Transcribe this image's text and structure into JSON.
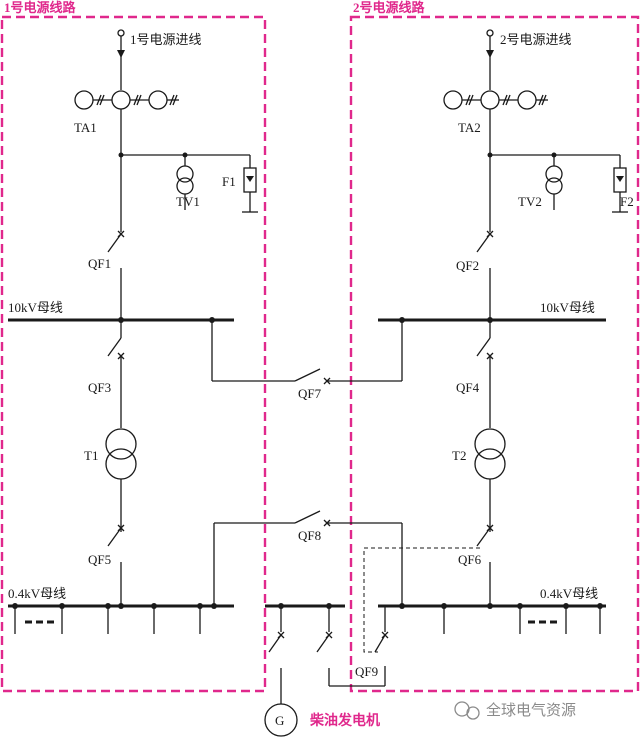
{
  "regions": {
    "left": "1号电源线路",
    "right": "2号电源线路"
  },
  "incoming": {
    "left": "1号电源进线",
    "right": "2号电源进线"
  },
  "labels": {
    "ta1": "TA1",
    "ta2": "TA2",
    "tv1": "TV1",
    "tv2": "TV2",
    "f1": "F1",
    "f2": "F2",
    "qf1": "QF1",
    "qf2": "QF2",
    "qf3": "QF3",
    "qf4": "QF4",
    "qf5": "QF5",
    "qf6": "QF6",
    "qf7": "QF7",
    "qf8": "QF8",
    "qf9": "QF9",
    "t1": "T1",
    "t2": "T2",
    "bus10_left": "10kV母线",
    "bus10_right": "10kV母线",
    "bus04_left": "0.4kV母线",
    "bus04_right": "0.4kV母线",
    "gen_symbol": "G",
    "gen_label": "柴油发电机"
  },
  "watermark": "全球电气资源",
  "colors": {
    "region": "#e0288c",
    "line": "#1a1a1a",
    "watermark": "#8a8a8a"
  }
}
